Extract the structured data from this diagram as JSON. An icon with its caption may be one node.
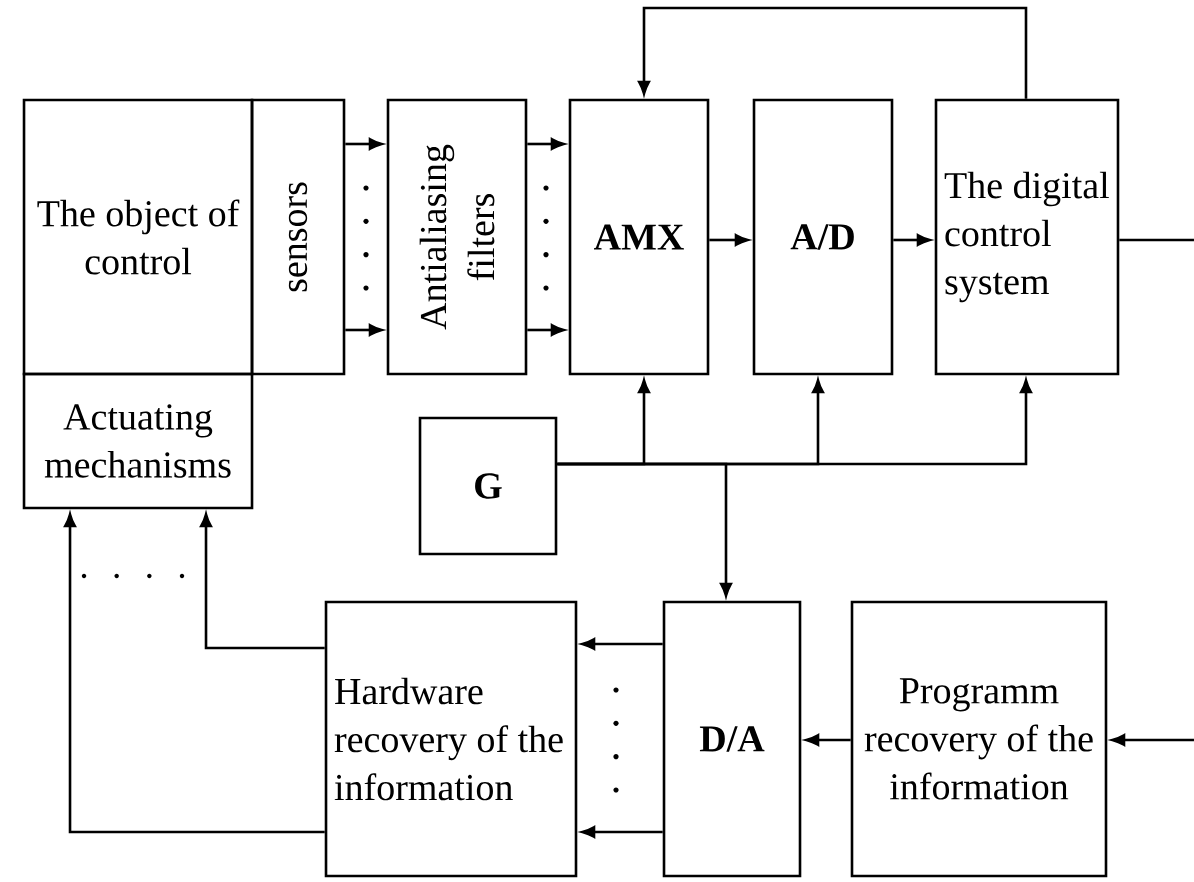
{
  "diagram": {
    "nodes": [
      {
        "text": [
          "The object of control"
        ]
      },
      {
        "text": [
          "sensors"
        ]
      },
      {
        "text": [
          "Antialiasing filters"
        ]
      },
      {
        "text": [
          "AMX"
        ]
      },
      {
        "text": [
          "A/D"
        ]
      },
      {
        "text": [
          "The digital control system"
        ]
      },
      {
        "text": [
          "Actuating mechanisms"
        ]
      },
      {
        "text": [
          "G"
        ]
      },
      {
        "text": [
          "Hardware recovery of the information"
        ]
      },
      {
        "text": [
          "D/A"
        ]
      },
      {
        "text": [
          "Programm recovery of the information"
        ]
      }
    ],
    "edges": [
      {
        "from": 1,
        "to": 2,
        "arrow": "to"
      },
      {
        "from": 1,
        "to": 2,
        "arrow": "to"
      },
      {
        "from": 2,
        "to": 3,
        "arrow": "to"
      },
      {
        "from": 2,
        "to": 3,
        "arrow": "to"
      },
      {
        "from": 3,
        "to": 4,
        "arrow": "to"
      },
      {
        "from": 4,
        "to": 5,
        "arrow": "to"
      },
      {
        "from": 5,
        "to": 3,
        "arrow": "to"
      },
      {
        "from": 7,
        "to": 3,
        "arrow": "to"
      },
      {
        "from": 7,
        "to": 4,
        "arrow": "to"
      },
      {
        "from": 7,
        "to": 5,
        "arrow": "to"
      },
      {
        "from": 7,
        "to": 9,
        "arrow": "to"
      },
      {
        "from": 9,
        "to": 8,
        "arrow": "to"
      },
      {
        "from": 9,
        "to": 8,
        "arrow": "to"
      },
      {
        "from": 10,
        "to": 9,
        "arrow": "to"
      },
      {
        "from": 8,
        "to": 6,
        "arrow": "to"
      },
      {
        "from": 8,
        "to": 6,
        "arrow": "to"
      },
      {
        "from": 5,
        "to": null,
        "arrow": "none"
      },
      {
        "from": null,
        "to": 10,
        "arrow": "to"
      }
    ]
  }
}
